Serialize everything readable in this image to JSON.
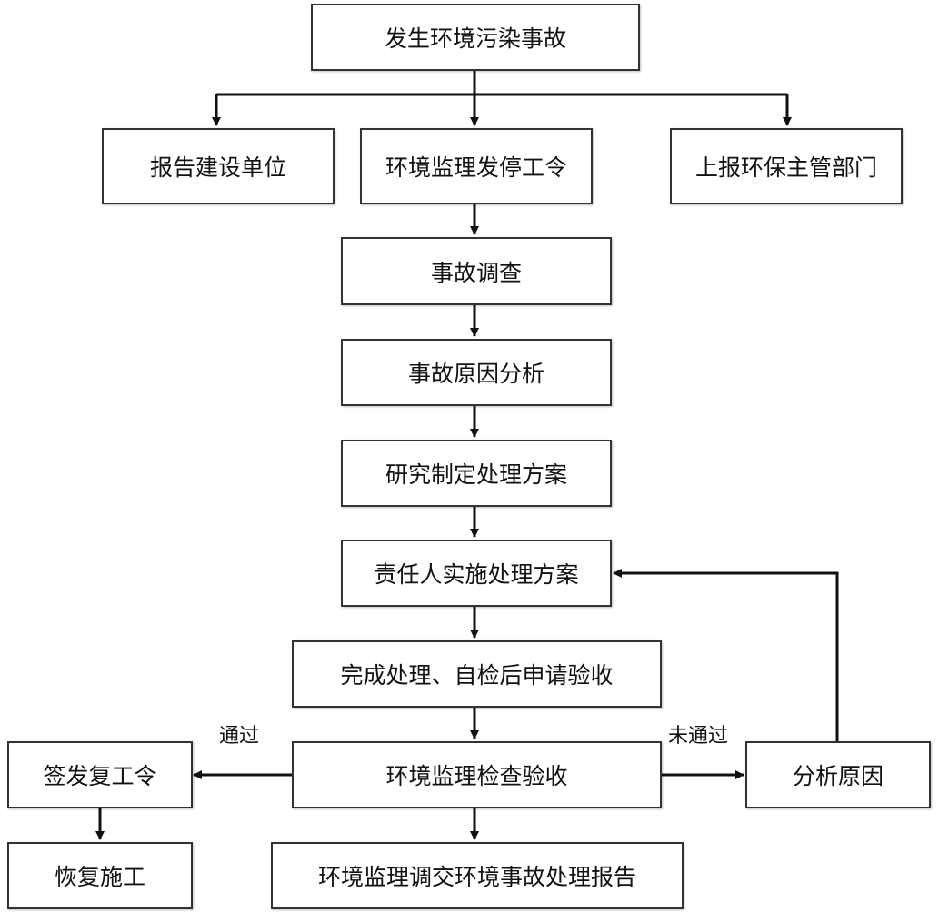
{
  "nodes": {
    "start": "发生环境污染事故",
    "report_builder": "报告建设单位",
    "stop_order": "环境监理发停工令",
    "report_env": "上报环保主管部门",
    "investigate": "事故调查",
    "cause_analysis": "事故原因分析",
    "plan": "研究制定处理方案",
    "implement": "责任人实施处理方案",
    "apply_accept": "完成处理、自检后申请验收",
    "inspect": "环境监理检查验收",
    "resume_order": "签发复工令",
    "resume_work": "恢复施工",
    "final_report": "环境监理调交环境事故处理报告",
    "analyze_reason": "分析原因"
  },
  "edge_labels": {
    "pass": "通过",
    "fail": "未通过"
  }
}
